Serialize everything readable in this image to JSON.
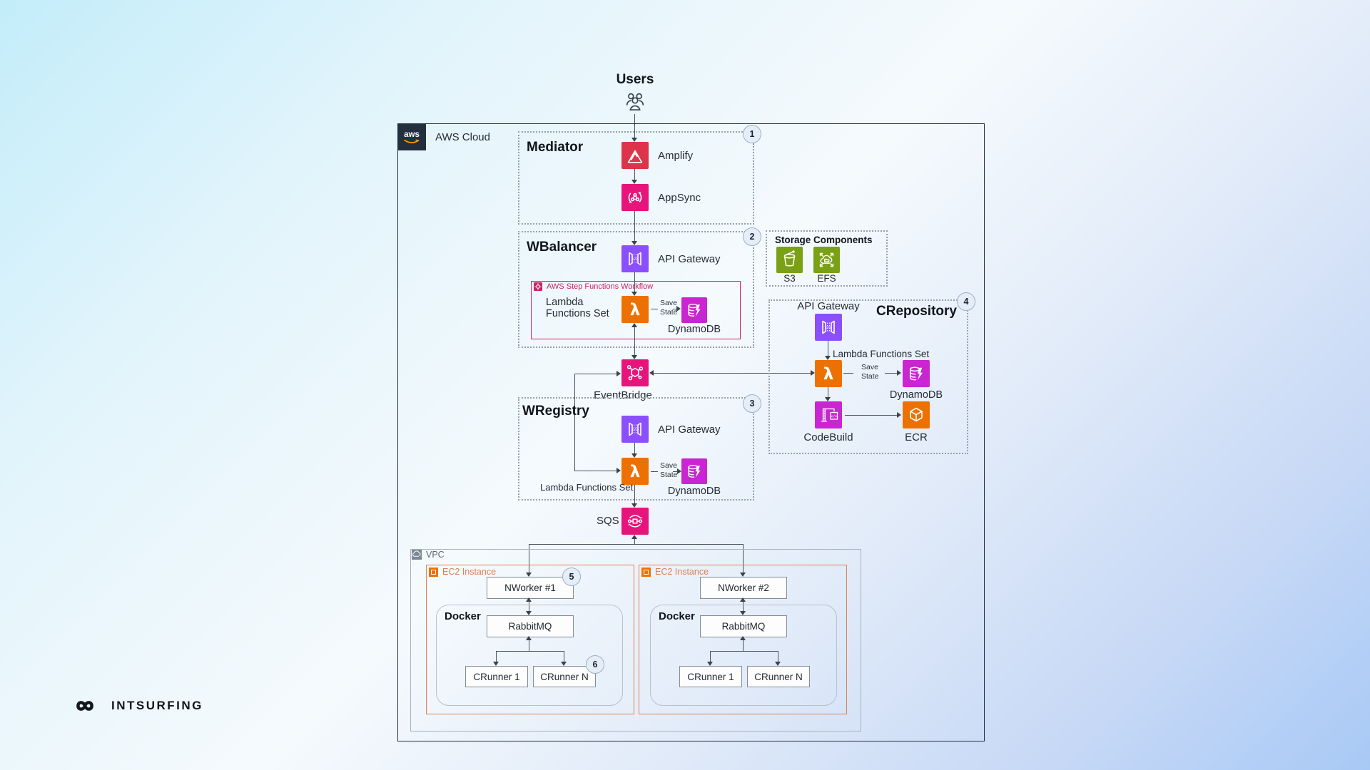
{
  "brand": {
    "name": "INTSURFING"
  },
  "users": {
    "label": "Users"
  },
  "aws_cloud": {
    "label": "AWS Cloud",
    "logo": "aws"
  },
  "badges": {
    "1": "1",
    "2": "2",
    "3": "3",
    "4": "4",
    "5": "5",
    "6": "6"
  },
  "groups": {
    "mediator": {
      "title": "Mediator"
    },
    "wbalancer": {
      "title": "WBalancer"
    },
    "wregistry": {
      "title": "WRegistry"
    },
    "crepository": {
      "title": "CRepository"
    },
    "storage": {
      "title": "Storage Components"
    },
    "step_functions": {
      "title": "AWS Step Functions Workflow"
    },
    "vpc": {
      "title": "VPC"
    },
    "ec2": {
      "title": "EC2 Instance"
    },
    "docker": {
      "title": "Docker"
    }
  },
  "services": {
    "amplify": {
      "label": "Amplify"
    },
    "appsync": {
      "label": "AppSync"
    },
    "api_gateway": {
      "label": "API Gateway"
    },
    "lambda_set": {
      "label": "Lambda Functions Set"
    },
    "dynamodb": {
      "label": "DynamoDB"
    },
    "eventbridge": {
      "label": "EventBridge"
    },
    "sqs": {
      "label": "SQS"
    },
    "s3": {
      "label": "S3"
    },
    "efs": {
      "label": "EFS"
    },
    "codebuild": {
      "label": "CodeBuild"
    },
    "ecr": {
      "label": "ECR"
    }
  },
  "annotations": {
    "save_state": "Save\nState"
  },
  "workers": {
    "nworker1": {
      "label": "NWorker #1"
    },
    "nworker2": {
      "label": "NWorker #2"
    },
    "rabbitmq": {
      "label": "RabbitMQ"
    },
    "crunner1": {
      "label": "CRunner 1"
    },
    "crunnerN": {
      "label": "CRunner N"
    }
  },
  "colors": {
    "amplify_red": "#DD344C",
    "pink": "#E7157B",
    "purple": "#8C4FFF",
    "orange": "#ED7100",
    "magenta": "#C925D1",
    "green": "#7AA116",
    "aws_dark": "#232F3E",
    "step_functions_pink": "#CD2264",
    "ec2_orange": "#E08052",
    "badge_bg": "#E4EDF8",
    "line": "#49525C"
  }
}
